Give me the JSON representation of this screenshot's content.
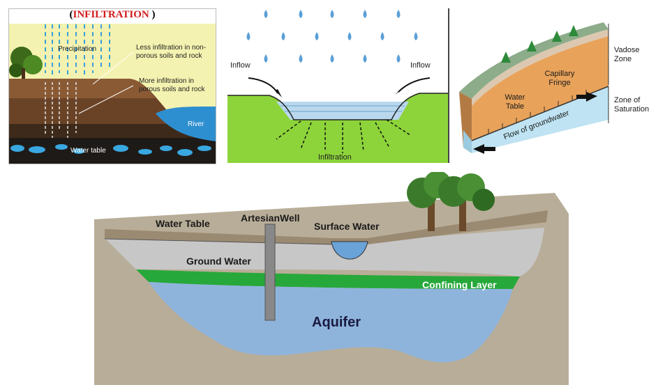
{
  "panel1": {
    "title_open": "(",
    "title_main": "INFILTRATION",
    "title_close": " )",
    "precipitation": "Precipitation",
    "less_infiltration": "Less infiltration in non-porous soils and rock",
    "more_infiltration": "More infiltration in porous soils and rock",
    "river": "River",
    "water_table": "Water table"
  },
  "panel2": {
    "inflow_left": "Inflow",
    "inflow_right": "Inflow",
    "infiltration": "Infiltration"
  },
  "panel3": {
    "vadose_zone": "Vadose Zone",
    "capillary_fringe": "Capillary Fringe",
    "water_table": "Water Table",
    "zone_of_saturation": "Zone of Saturation",
    "flow_of_groundwater": "Flow of groundwater"
  },
  "panel4": {
    "water_table": "Water Table",
    "artesian_well": "ArtesianWell",
    "surface_water": "Surface Water",
    "ground_water": "Ground Water",
    "confining_layer": "Confining Layer",
    "aquifer": "Aquifer"
  },
  "colors": {
    "sky": "#f4f2b0",
    "soil_dark": "#5a3a22",
    "river_blue": "#2e8fd0",
    "grass_green": "#8cd43a",
    "orange_soil": "#e8a25a",
    "saturation_blue": "#bfe3f2",
    "confining_green": "#27a83a",
    "aquifer_blue": "#8fb4dc",
    "bedrock_tan": "#b8ad98"
  }
}
